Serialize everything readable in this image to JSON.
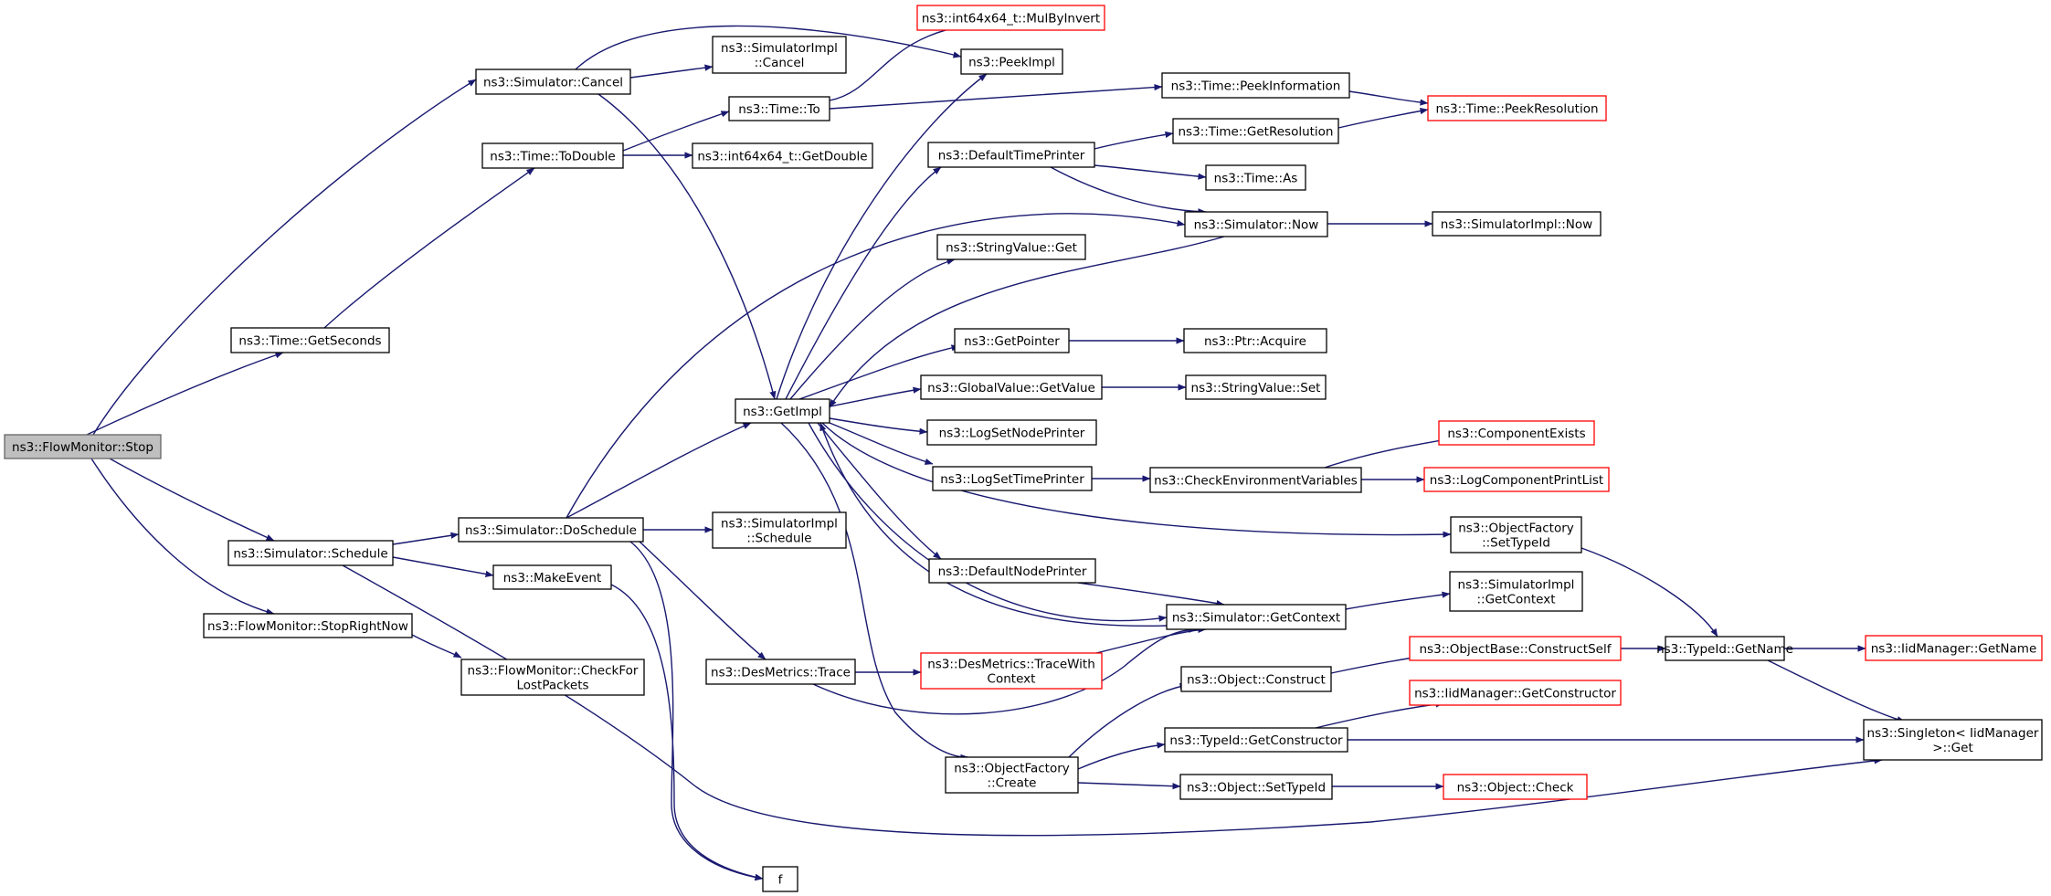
{
  "nodes": [
    {
      "id": "stop",
      "lines": [
        "ns3::FlowMonitor::Stop"
      ],
      "style": "root"
    },
    {
      "id": "cancel",
      "lines": [
        "ns3::Simulator::Cancel"
      ],
      "style": "normal"
    },
    {
      "id": "getseconds",
      "lines": [
        "ns3::Time::GetSeconds"
      ],
      "style": "normal"
    },
    {
      "id": "schedule",
      "lines": [
        "ns3::Simulator::Schedule"
      ],
      "style": "normal"
    },
    {
      "id": "stoprightnow",
      "lines": [
        "ns3::FlowMonitor::StopRightNow"
      ],
      "style": "normal"
    },
    {
      "id": "todouble",
      "lines": [
        "ns3::Time::ToDouble"
      ],
      "style": "normal"
    },
    {
      "id": "doschedule",
      "lines": [
        "ns3::Simulator::DoSchedule"
      ],
      "style": "normal"
    },
    {
      "id": "makeevent",
      "lines": [
        "ns3::MakeEvent"
      ],
      "style": "normal"
    },
    {
      "id": "checkforlost",
      "lines": [
        "ns3::FlowMonitor::CheckFor",
        "LostPackets"
      ],
      "style": "normal"
    },
    {
      "id": "simimplcancel",
      "lines": [
        "ns3::SimulatorImpl",
        "::Cancel"
      ],
      "style": "normal"
    },
    {
      "id": "timeto",
      "lines": [
        "ns3::Time::To"
      ],
      "style": "normal"
    },
    {
      "id": "getdouble",
      "lines": [
        "ns3::int64x64_t::GetDouble"
      ],
      "style": "normal"
    },
    {
      "id": "getimpl",
      "lines": [
        "ns3::GetImpl"
      ],
      "style": "normal"
    },
    {
      "id": "simimplschedule",
      "lines": [
        "ns3::SimulatorImpl",
        "::Schedule"
      ],
      "style": "normal"
    },
    {
      "id": "desmetricstrace",
      "lines": [
        "ns3::DesMetrics::Trace"
      ],
      "style": "normal"
    },
    {
      "id": "f",
      "lines": [
        "f"
      ],
      "style": "normal"
    },
    {
      "id": "mulbyinvert",
      "lines": [
        "ns3::int64x64_t::MulByInvert"
      ],
      "style": "red"
    },
    {
      "id": "peekimpl",
      "lines": [
        "ns3::PeekImpl"
      ],
      "style": "normal"
    },
    {
      "id": "defaulttimeprinter",
      "lines": [
        "ns3::DefaultTimePrinter"
      ],
      "style": "normal"
    },
    {
      "id": "stringvalueget",
      "lines": [
        "ns3::StringValue::Get"
      ],
      "style": "normal"
    },
    {
      "id": "getpointer",
      "lines": [
        "ns3::GetPointer"
      ],
      "style": "normal"
    },
    {
      "id": "globalvaluegetvalue",
      "lines": [
        "ns3::GlobalValue::GetValue"
      ],
      "style": "normal"
    },
    {
      "id": "logsetnodeprinter",
      "lines": [
        "ns3::LogSetNodePrinter"
      ],
      "style": "normal"
    },
    {
      "id": "logsettimeprinter",
      "lines": [
        "ns3::LogSetTimePrinter"
      ],
      "style": "normal"
    },
    {
      "id": "defaultnodeprinter",
      "lines": [
        "ns3::DefaultNodePrinter"
      ],
      "style": "normal"
    },
    {
      "id": "tracewithcontext",
      "lines": [
        "ns3::DesMetrics::TraceWith",
        "Context"
      ],
      "style": "red"
    },
    {
      "id": "objectfactorycreate",
      "lines": [
        "ns3::ObjectFactory",
        "::Create"
      ],
      "style": "normal"
    },
    {
      "id": "peekinformation",
      "lines": [
        "ns3::Time::PeekInformation"
      ],
      "style": "normal"
    },
    {
      "id": "getresolution",
      "lines": [
        "ns3::Time::GetResolution"
      ],
      "style": "normal"
    },
    {
      "id": "timeas",
      "lines": [
        "ns3::Time::As"
      ],
      "style": "normal"
    },
    {
      "id": "simnow",
      "lines": [
        "ns3::Simulator::Now"
      ],
      "style": "normal"
    },
    {
      "id": "ptracquire",
      "lines": [
        "ns3::Ptr::Acquire"
      ],
      "style": "normal"
    },
    {
      "id": "stringvalueset",
      "lines": [
        "ns3::StringValue::Set"
      ],
      "style": "normal"
    },
    {
      "id": "checkenv",
      "lines": [
        "ns3::CheckEnvironmentVariables"
      ],
      "style": "normal"
    },
    {
      "id": "simgetcontext",
      "lines": [
        "ns3::Simulator::GetContext"
      ],
      "style": "normal"
    },
    {
      "id": "objectconstruct",
      "lines": [
        "ns3::Object::Construct"
      ],
      "style": "normal"
    },
    {
      "id": "typeidgetconstructor",
      "lines": [
        "ns3::TypeId::GetConstructor"
      ],
      "style": "normal"
    },
    {
      "id": "objectsettypeid",
      "lines": [
        "ns3::Object::SetTypeId"
      ],
      "style": "normal"
    },
    {
      "id": "peekresolution",
      "lines": [
        "ns3::Time::PeekResolution"
      ],
      "style": "red"
    },
    {
      "id": "simimplnow",
      "lines": [
        "ns3::SimulatorImpl::Now"
      ],
      "style": "normal"
    },
    {
      "id": "componentexists",
      "lines": [
        "ns3::ComponentExists"
      ],
      "style": "red"
    },
    {
      "id": "logcomponentprintlist",
      "lines": [
        "ns3::LogComponentPrintList"
      ],
      "style": "red"
    },
    {
      "id": "objectfactorysettypeid",
      "lines": [
        "ns3::ObjectFactory",
        "::SetTypeId"
      ],
      "style": "normal"
    },
    {
      "id": "simimplgetcontext",
      "lines": [
        "ns3::SimulatorImpl",
        "::GetContext"
      ],
      "style": "normal"
    },
    {
      "id": "constructself",
      "lines": [
        "ns3::ObjectBase::ConstructSelf"
      ],
      "style": "red"
    },
    {
      "id": "iidgetconstructor",
      "lines": [
        "ns3::IidManager::GetConstructor"
      ],
      "style": "red"
    },
    {
      "id": "objectcheck",
      "lines": [
        "ns3::Object::Check"
      ],
      "style": "red"
    },
    {
      "id": "typeidgetname",
      "lines": [
        "ns3::TypeId::GetName"
      ],
      "style": "normal"
    },
    {
      "id": "iidgetname",
      "lines": [
        "ns3::IidManager::GetName"
      ],
      "style": "red"
    },
    {
      "id": "singletonget",
      "lines": [
        "ns3::Singleton< IidManager",
        " >::Get"
      ],
      "style": "normal"
    }
  ],
  "edges": [
    [
      "stop",
      "cancel"
    ],
    [
      "stop",
      "getseconds"
    ],
    [
      "stop",
      "schedule"
    ],
    [
      "stop",
      "stoprightnow"
    ],
    [
      "cancel",
      "peekimpl"
    ],
    [
      "cancel",
      "simimplcancel"
    ],
    [
      "cancel",
      "getimpl"
    ],
    [
      "getseconds",
      "todouble"
    ],
    [
      "todouble",
      "timeto"
    ],
    [
      "todouble",
      "getdouble"
    ],
    [
      "timeto",
      "mulbyinvert"
    ],
    [
      "timeto",
      "peekinformation"
    ],
    [
      "schedule",
      "doschedule"
    ],
    [
      "schedule",
      "makeevent"
    ],
    [
      "schedule",
      "singletonget"
    ],
    [
      "stoprightnow",
      "checkforlost"
    ],
    [
      "doschedule",
      "simnow"
    ],
    [
      "doschedule",
      "getimpl"
    ],
    [
      "doschedule",
      "simimplschedule"
    ],
    [
      "doschedule",
      "desmetricstrace"
    ],
    [
      "doschedule",
      "f"
    ],
    [
      "makeevent",
      "f"
    ],
    [
      "getimpl",
      "peekimpl"
    ],
    [
      "getimpl",
      "defaulttimeprinter"
    ],
    [
      "getimpl",
      "stringvalueget"
    ],
    [
      "getimpl",
      "getpointer"
    ],
    [
      "getimpl",
      "globalvaluegetvalue"
    ],
    [
      "getimpl",
      "logsetnodeprinter"
    ],
    [
      "getimpl",
      "logsettimeprinter"
    ],
    [
      "getimpl",
      "defaultnodeprinter"
    ],
    [
      "getimpl",
      "objectfactorycreate"
    ],
    [
      "getimpl",
      "objectfactorysettypeid"
    ],
    [
      "getimpl",
      "simgetcontext"
    ],
    [
      "simnow",
      "getimpl"
    ],
    [
      "simgetcontext",
      "getimpl"
    ],
    [
      "desmetricstrace",
      "tracewithcontext"
    ],
    [
      "desmetricstrace",
      "simgetcontext"
    ],
    [
      "tracewithcontext",
      "simgetcontext"
    ],
    [
      "defaulttimeprinter",
      "getresolution"
    ],
    [
      "defaulttimeprinter",
      "timeas"
    ],
    [
      "defaulttimeprinter",
      "simnow"
    ],
    [
      "getresolution",
      "peekresolution"
    ],
    [
      "peekinformation",
      "peekresolution"
    ],
    [
      "simnow",
      "simimplnow"
    ],
    [
      "getpointer",
      "ptracquire"
    ],
    [
      "globalvaluegetvalue",
      "stringvalueset"
    ],
    [
      "logsettimeprinter",
      "checkenv"
    ],
    [
      "checkenv",
      "componentexists"
    ],
    [
      "checkenv",
      "logcomponentprintlist"
    ],
    [
      "defaultnodeprinter",
      "simgetcontext"
    ],
    [
      "simgetcontext",
      "simimplgetcontext"
    ],
    [
      "objectfactorysettypeid",
      "typeidgetname"
    ],
    [
      "objectfactorycreate",
      "objectconstruct"
    ],
    [
      "objectfactorycreate",
      "typeidgetconstructor"
    ],
    [
      "objectfactorycreate",
      "objectsettypeid"
    ],
    [
      "objectconstruct",
      "constructself"
    ],
    [
      "constructself",
      "typeidgetname"
    ],
    [
      "typeidgetconstructor",
      "iidgetconstructor"
    ],
    [
      "typeidgetconstructor",
      "singletonget"
    ],
    [
      "objectsettypeid",
      "objectcheck"
    ],
    [
      "typeidgetname",
      "iidgetname"
    ],
    [
      "typeidgetname",
      "singletonget"
    ]
  ]
}
